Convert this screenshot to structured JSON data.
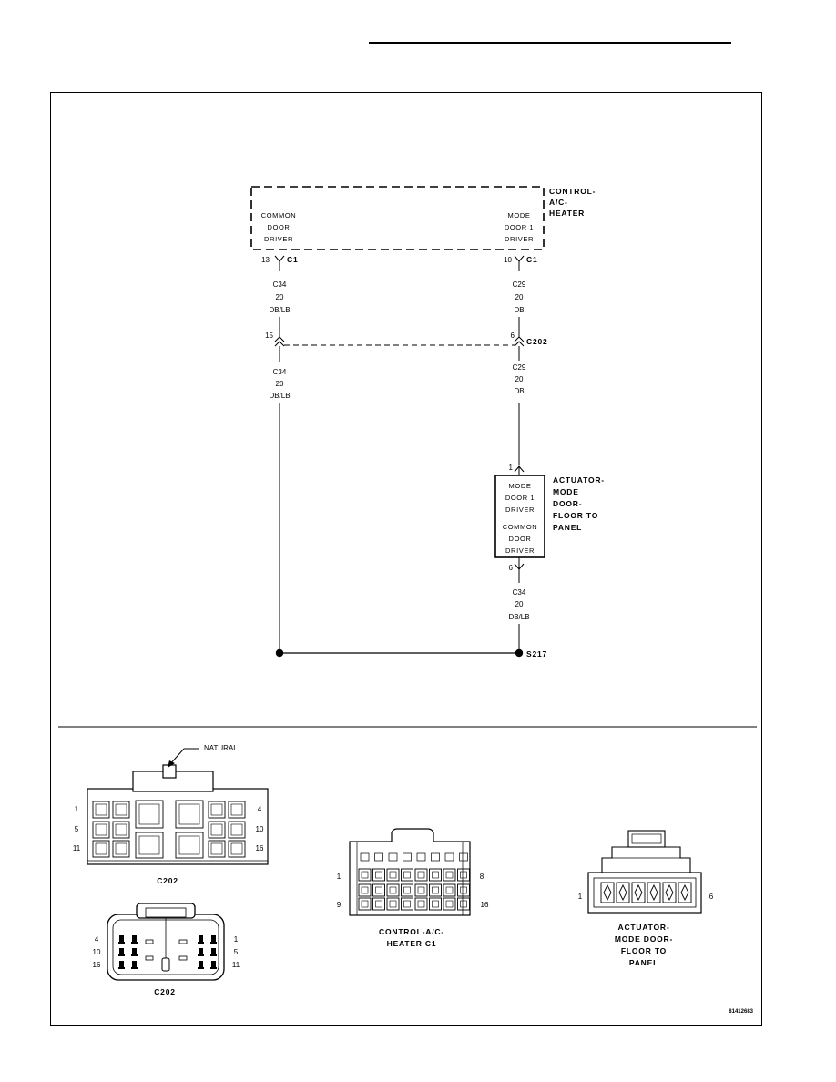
{
  "modules": {
    "control": {
      "name_lines": [
        "CONTROL-",
        "A/C-",
        "HEATER"
      ],
      "left_pin_lines": [
        "COMMON",
        "DOOR",
        "DRIVER"
      ],
      "right_pin_lines": [
        "MODE",
        "DOOR 1",
        "DRIVER"
      ]
    },
    "actuator": {
      "name_lines": [
        "ACTUATOR-",
        "MODE",
        "DOOR-",
        "FLOOR TO",
        "PANEL"
      ],
      "pin_top_lines": [
        "MODE",
        "DOOR 1",
        "DRIVER"
      ],
      "pin_bottom_lines": [
        "COMMON",
        "DOOR",
        "DRIVER"
      ]
    }
  },
  "pins": {
    "c1_left": "13",
    "c1_right": "10",
    "c202_left": "15",
    "c202_right": "6",
    "act_top": "1",
    "act_bottom": "6"
  },
  "connectors": {
    "c1": "C1",
    "c202": "C202",
    "splice": "S217"
  },
  "wires": {
    "left_upper": [
      "C34",
      "20",
      "DB/LB"
    ],
    "left_lower": [
      "C34",
      "20",
      "DB/LB"
    ],
    "right_upper": [
      "C29",
      "20",
      "DB"
    ],
    "right_lower": [
      "C29",
      "20",
      "DB"
    ],
    "act_lower": [
      "C34",
      "20",
      "DB/LB"
    ]
  },
  "views": {
    "natural_label": "NATURAL",
    "c202_top": {
      "caption": "C202",
      "pins_left": [
        "1",
        "5",
        "11"
      ],
      "pins_right": [
        "4",
        "10",
        "16"
      ]
    },
    "c202_bottom": {
      "caption": "C202",
      "pins_left": [
        "4",
        "10",
        "16"
      ],
      "pins_right": [
        "1",
        "5",
        "11"
      ]
    },
    "control_c1": {
      "caption_lines": [
        "CONTROL-A/C-",
        "HEATER C1"
      ],
      "pin_tl": "1",
      "pin_tr": "8",
      "pin_bl": "9",
      "pin_br": "16"
    },
    "actuator": {
      "caption_lines": [
        "ACTUATOR-",
        "MODE DOOR-",
        "FLOOR TO",
        "PANEL"
      ],
      "pin_l": "1",
      "pin_r": "6"
    }
  },
  "figure_id": "81412683"
}
